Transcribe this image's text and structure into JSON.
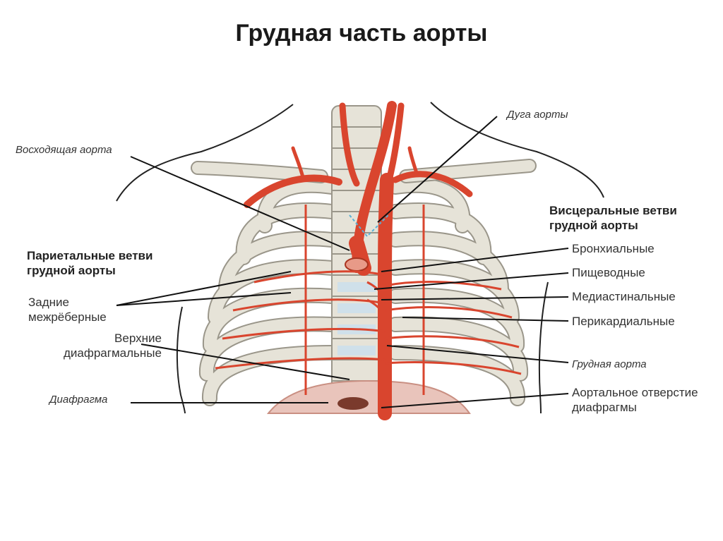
{
  "title": "Грудная часть аорты",
  "labels": {
    "aortic_arch": "Дуга аорты",
    "ascending_aorta": "Восходящая аорта",
    "visceral_header": "Висцеральные ветви\nгрудной аорты",
    "parietal_header": "Париетальные ветви\nгрудной аорты",
    "bronchial": "Бронхиальные",
    "esophageal": "Пищеводные",
    "mediastinal": "Медиастинальные",
    "pericardial": "Перикардиальные",
    "posterior_intercostal": "Задние\nмежрёберные",
    "superior_phrenic": "Верхние\nдиафрагмальные",
    "thoracic_aorta": "Грудная аорта",
    "diaphragm": "Диафрагма",
    "aortic_hiatus": "Аортальное отверстие\nдиафрагмы"
  },
  "colors": {
    "artery": "#d9452e",
    "bone": "#e6e3d8",
    "bone_edge": "#9a968a",
    "outline": "#222222"
  }
}
